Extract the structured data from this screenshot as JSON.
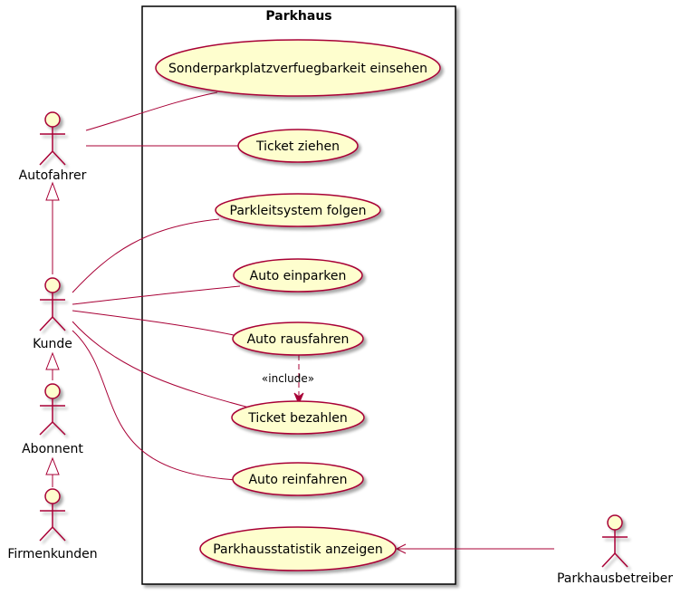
{
  "colors": {
    "usecase_fill": "#FEFECE",
    "line": "#A80036",
    "boundary": "#000000",
    "text": "#000000"
  },
  "system": {
    "title": "Parkhaus"
  },
  "actors": {
    "autofahrer": "Autofahrer",
    "kunde": "Kunde",
    "abonnent": "Abonnent",
    "firmenkunden": "Firmenkunden",
    "parkhausbetreiber": "Parkhausbetreiber"
  },
  "usecases": {
    "sonderparkplatz": "Sonderparkplatzverfuegbarkeit einsehen",
    "ticket_ziehen": "Ticket ziehen",
    "parkleitsystem": "Parkleitsystem folgen",
    "auto_einparken": "Auto einparken",
    "auto_rausfahren": "Auto rausfahren",
    "ticket_bezahlen": "Ticket bezahlen",
    "auto_reinfahren": "Auto reinfahren",
    "parkhausstatistik": "Parkhausstatistik anzeigen"
  },
  "relations": {
    "include_label": "«include»"
  }
}
